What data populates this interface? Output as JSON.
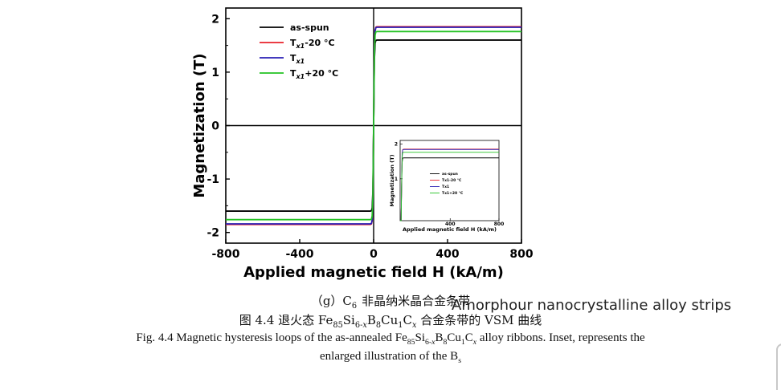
{
  "chart_data": {
    "type": "line",
    "xlabel": "Applied magnetic field H (kA/m)",
    "ylabel": "Magnetization (T)",
    "xlim": [
      -800,
      800
    ],
    "ylim": [
      -2.2,
      2.2
    ],
    "x_ticks": [
      -800,
      -400,
      0,
      400,
      800
    ],
    "y_ticks": [
      -2,
      -1,
      0,
      1,
      2
    ],
    "series": [
      {
        "name": "as-spun",
        "color": "#000000",
        "saturation": 1.6,
        "slope_h": 4
      },
      {
        "name": "Tx1-20 °C",
        "color": "#e8202a",
        "saturation": 1.85,
        "slope_h": 4
      },
      {
        "name": "Tx1",
        "color": "#2a1fb4",
        "saturation": 1.84,
        "slope_h": 4
      },
      {
        "name": "Tx1+20 °C",
        "color": "#23c223",
        "saturation": 1.76,
        "slope_h": 4
      }
    ],
    "legend": "top-left",
    "inset": {
      "xlabel": "Applied magnetic field H (kA/m)",
      "ylabel": "Magnetization (T)",
      "xlim": [
        -10,
        800
      ],
      "ylim": [
        -0.2,
        2.1
      ],
      "x_ticks": [
        400,
        800
      ],
      "y_ticks": [
        1,
        2
      ],
      "legend": "bottom-center",
      "description": "enlarged illustration of the Bs (saturation region)"
    }
  },
  "legend_labels": [
    {
      "pre": "as-spun",
      "sub": "",
      "post": ""
    },
    {
      "pre": "T",
      "sub": "x1",
      "post": "-20 °C"
    },
    {
      "pre": "T",
      "sub": "x1",
      "post": ""
    },
    {
      "pre": "T",
      "sub": "x1",
      "post": "+20 °C"
    }
  ],
  "captions": {
    "sub_label": "（g）C",
    "sub_label_sub": "6",
    "sub_label_cn": "非晶纳米晶合金条带",
    "fig_cn_prefix": "图 4.4  退火态 Fe",
    "fig_cn_text": "Fe85Si6-xB8Cu1Cx",
    "fig_cn_suffix": "合金条带的 VSM 曲线",
    "fig_en_line1_prefix": "Fig. 4.4 Magnetic hysteresis loops of the as-annealed Fe",
    "fig_en_line1_suffix": "alloy ribbons. Inset, represents the",
    "fig_en_line2": "enlarged illustration of the B",
    "fig_en_line2_sub": "s",
    "formula": {
      "fe": "85",
      "si": "6-",
      "x": "x",
      "b": "8",
      "cu": "1",
      "c": "x"
    }
  },
  "overlay_text": "Amorphour nanocrystalline alloy strips"
}
